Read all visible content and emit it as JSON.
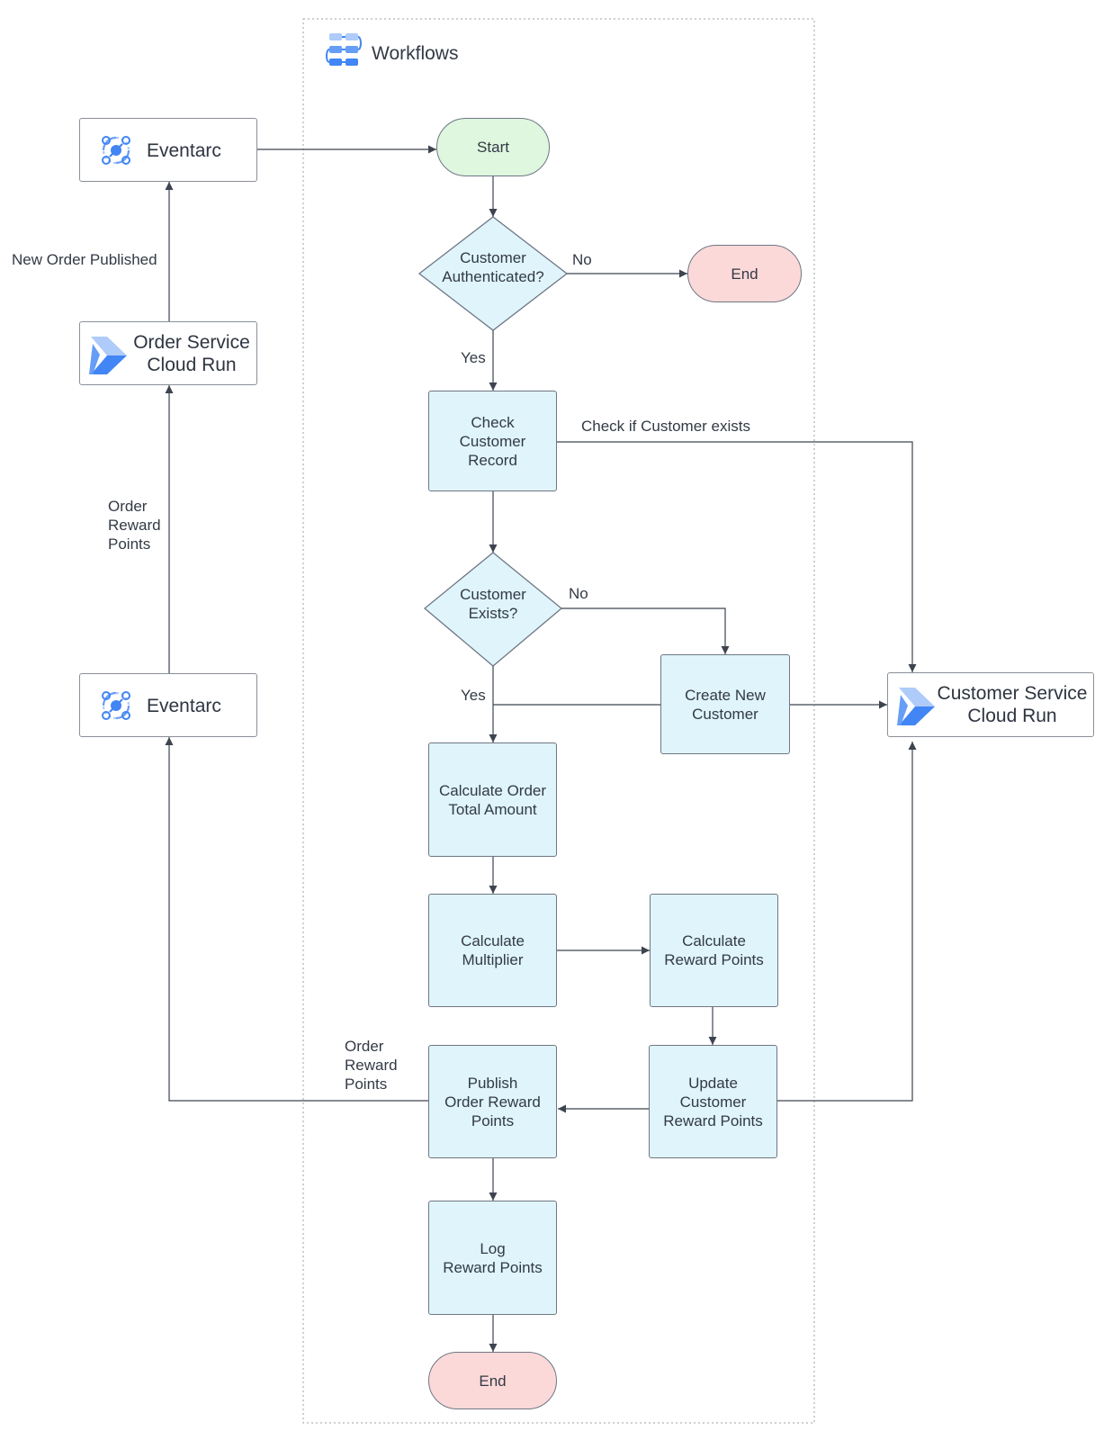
{
  "container": {
    "title": "Workflows",
    "icon": "workflows-icon"
  },
  "services": {
    "eventarc_top": {
      "label": "Eventarc",
      "icon": "eventarc-icon"
    },
    "order_service": {
      "label_line1": "Order Service",
      "label_line2": "Cloud Run",
      "icon": "cloud-run-icon"
    },
    "eventarc_bottom": {
      "label": "Eventarc",
      "icon": "eventarc-icon"
    },
    "customer_service": {
      "label_line1": "Customer Service",
      "label_line2": "Cloud Run",
      "icon": "cloud-run-icon"
    }
  },
  "nodes": {
    "start": "Start",
    "customer_authenticated": [
      "Customer",
      "Authenticated?"
    ],
    "end_top": "End",
    "check_customer_record": [
      "Check",
      "Customer",
      "Record"
    ],
    "customer_exists": [
      "Customer",
      "Exists?"
    ],
    "create_new_customer": [
      "Create New",
      "Customer"
    ],
    "calculate_order_total": [
      "Calculate Order",
      "Total Amount"
    ],
    "calculate_multiplier": [
      "Calculate",
      "Multiplier"
    ],
    "calculate_reward_points": [
      "Calculate",
      "Reward Points"
    ],
    "update_customer_reward_points": [
      "Update",
      "Customer",
      "Reward Points"
    ],
    "publish_order_reward_points": [
      "Publish",
      "Order Reward",
      "Points"
    ],
    "log_reward_points": [
      "Log",
      "Reward Points"
    ],
    "end_bottom": "End"
  },
  "edge_labels": {
    "no_auth": "No",
    "yes_auth": "Yes",
    "check_if_exists": "Check if Customer exists",
    "no_exists": "No",
    "yes_exists": "Yes",
    "new_order_published": "New Order Published",
    "order_reward_points_left": [
      "Order",
      "Reward",
      "Points"
    ],
    "order_reward_points_publish": [
      "Order",
      "Reward",
      "Points"
    ]
  },
  "colors": {
    "process_fill": "#dff4fb",
    "start_fill": "#dff6df",
    "end_fill": "#fcd9d9",
    "stroke": "#6f7784",
    "arrow": "#3d4450",
    "cloud_run_blue": "#4285f4"
  }
}
